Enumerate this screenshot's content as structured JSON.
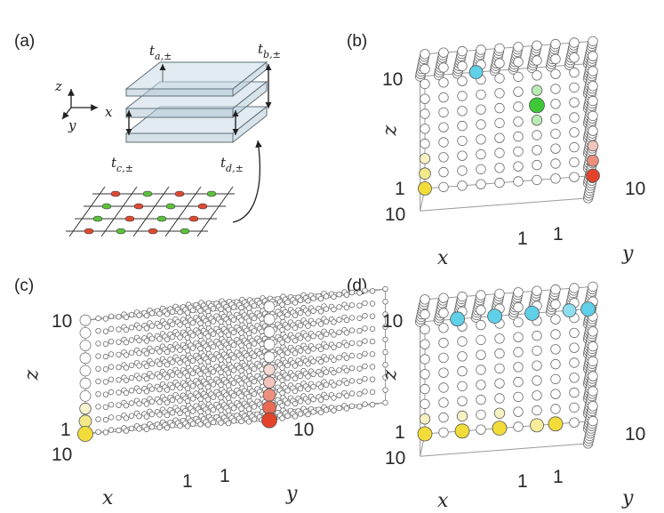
{
  "panels": [
    {
      "label": "(a)"
    },
    {
      "label": "(b)"
    },
    {
      "label": "(c)"
    },
    {
      "label": "(d)"
    }
  ],
  "schematic": {
    "hoppings": [
      {
        "symbol": "t",
        "sub": "a,±"
      },
      {
        "symbol": "t",
        "sub": "b,±"
      },
      {
        "symbol": "t",
        "sub": "c,±"
      },
      {
        "symbol": "t",
        "sub": "d,±"
      }
    ],
    "axes": [
      "z",
      "y",
      "x"
    ],
    "sublattice_colors": [
      "#e04a2f",
      "#4bc0d9",
      "#5ac23a",
      "#f2dc3a"
    ]
  },
  "cube_axes": {
    "x_label": "x",
    "y_label": "y",
    "z_label": "z",
    "tick_labels": [
      "1",
      "10",
      "1",
      "1",
      "10",
      "10"
    ]
  },
  "colors": {
    "sphere_outline": "#6e6e6e",
    "edge_red": "#e3432a",
    "edge_yellow": "#f2dc3a",
    "edge_cyan": "#5fd0e8",
    "center_green": "#3ec83a"
  }
}
